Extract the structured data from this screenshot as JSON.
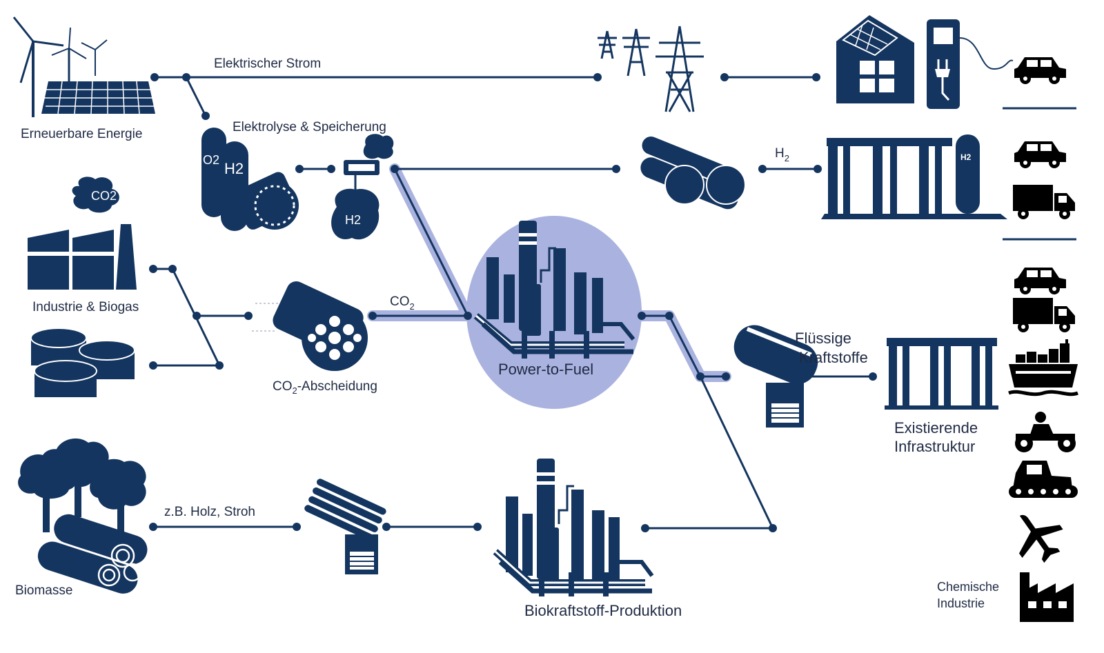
{
  "colors": {
    "navy": "#14355f",
    "highlight": "#aab3df",
    "black": "#000000"
  },
  "labels": {
    "erneuerbare": "Erneuerbare Energie",
    "strom": "Elektrischer Strom",
    "elektrolyse": "Elektrolyse & Speicherung",
    "industrie": "Industrie & Biogas",
    "co2_abscheidung_pre": "CO",
    "co2_abscheidung_sub": "2",
    "co2_abscheidung_post": "-Abscheidung",
    "co2_main": "CO",
    "co2_sub": "2",
    "h2_main": "H",
    "h2_sub": "2",
    "power_to_fuel": "Power-to-Fuel",
    "fluessige_1": "Flüssige",
    "fluessige_2": "Kraftstoffe",
    "existierende_1": "Existierende",
    "existierende_2": "Infrastruktur",
    "biomasse": "Biomasse",
    "holz": "z.B. Holz, Stroh",
    "biokraftstoff": "Biokraftstoff-Produktion",
    "chemische_1": "Chemische",
    "chemische_2": "Industrie",
    "icon_o2": "O2",
    "icon_h2": "H2",
    "cloud_co2": "CO2",
    "station_h2": "H2"
  },
  "icons": {
    "renewables": "wind-solar-icon",
    "electrolysis": "electrolyser-tank-icon",
    "hydrogen_storage": "hydrogen-storage-icon",
    "industry": "factory-icon",
    "biogas": "biogas-tank-icon",
    "co2_capture": "co2-capture-icon",
    "power_to_fuel": "refinery-icon",
    "pylons": "power-pylon-icon",
    "house_charger": "house-charger-icon",
    "pipeline": "pipeline-icon",
    "h2_station": "h2-fuel-station-icon",
    "tanker": "tanker-truck-icon",
    "fuel_station": "fuel-station-icon",
    "forest": "forest-logs-icon",
    "wood_transport": "wood-transport-icon",
    "bio_refinery": "bio-refinery-icon",
    "consumers": [
      "car-icon",
      "car-icon",
      "truck-icon",
      "car-icon",
      "truck-icon",
      "ship-icon",
      "quad-icon",
      "tractor-icon",
      "airplane-icon",
      "chemical-factory-icon"
    ]
  }
}
